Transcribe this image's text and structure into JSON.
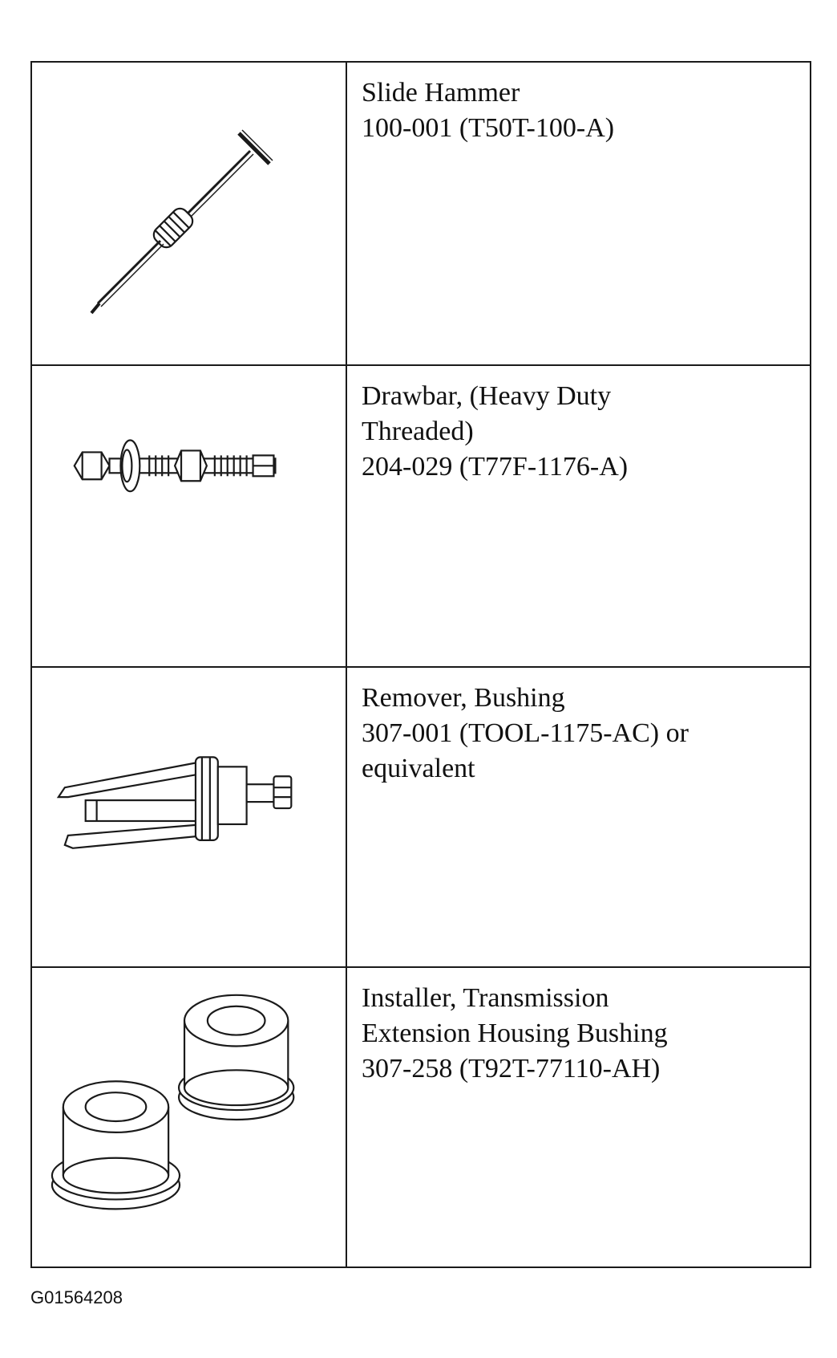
{
  "tools": [
    {
      "icon": "slide-hammer-icon",
      "lines": [
        "Slide Hammer",
        "100-001 (T50T-100-A)"
      ]
    },
    {
      "icon": "drawbar-icon",
      "lines": [
        "Drawbar, (Heavy Duty",
        "Threaded)",
        "204-029 (T77F-1176-A)"
      ]
    },
    {
      "icon": "bushing-remover-icon",
      "lines": [
        "Remover, Bushing",
        "307-001 (TOOL-1175-AC) or",
        "equivalent"
      ]
    },
    {
      "icon": "bushing-installer-icon",
      "lines": [
        "Installer, Transmission",
        "Extension Housing Bushing",
        "307-258 (T92T-77110-AH)"
      ]
    }
  ],
  "figure_id": "G01564208"
}
